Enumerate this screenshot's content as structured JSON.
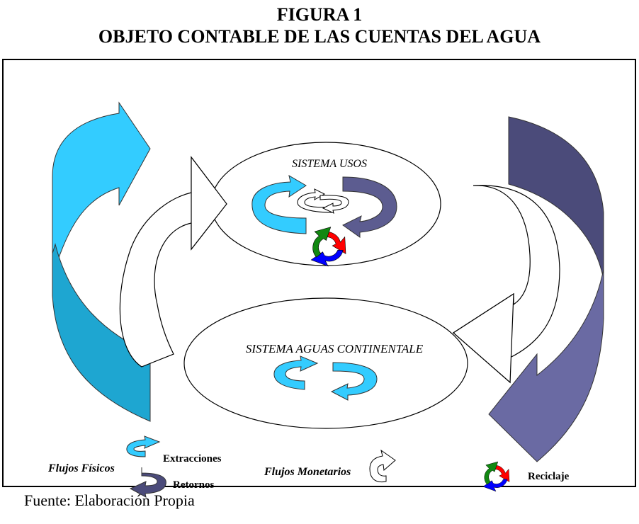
{
  "figure": {
    "title_line1": "FIGURA 1",
    "title_line2": "OBJETO CONTABLE DE LAS CUENTAS DEL AGUA"
  },
  "systems": {
    "usos_label": "SISTEMA USOS",
    "continentales_label": "SISTEMA AGUAS CONTINENTALE"
  },
  "legend": {
    "physical_flows_label": "Flujos Físicos",
    "extraction_label": "Extracciones",
    "return_label": "Retornos",
    "monetary_flows_label": "Flujos Monetarios",
    "recycling_label": "Reciclaje"
  },
  "colors": {
    "extraction": "#33ccff",
    "extraction_dark": "#1ea6d1",
    "return": "#4b4b7a",
    "return_dark": "#6a6aa3",
    "recycle_red": "#ff0000",
    "recycle_green": "#118811",
    "recycle_blue": "#0000ff"
  },
  "footer": {
    "source": "Fuente: Elaboración Propia"
  }
}
